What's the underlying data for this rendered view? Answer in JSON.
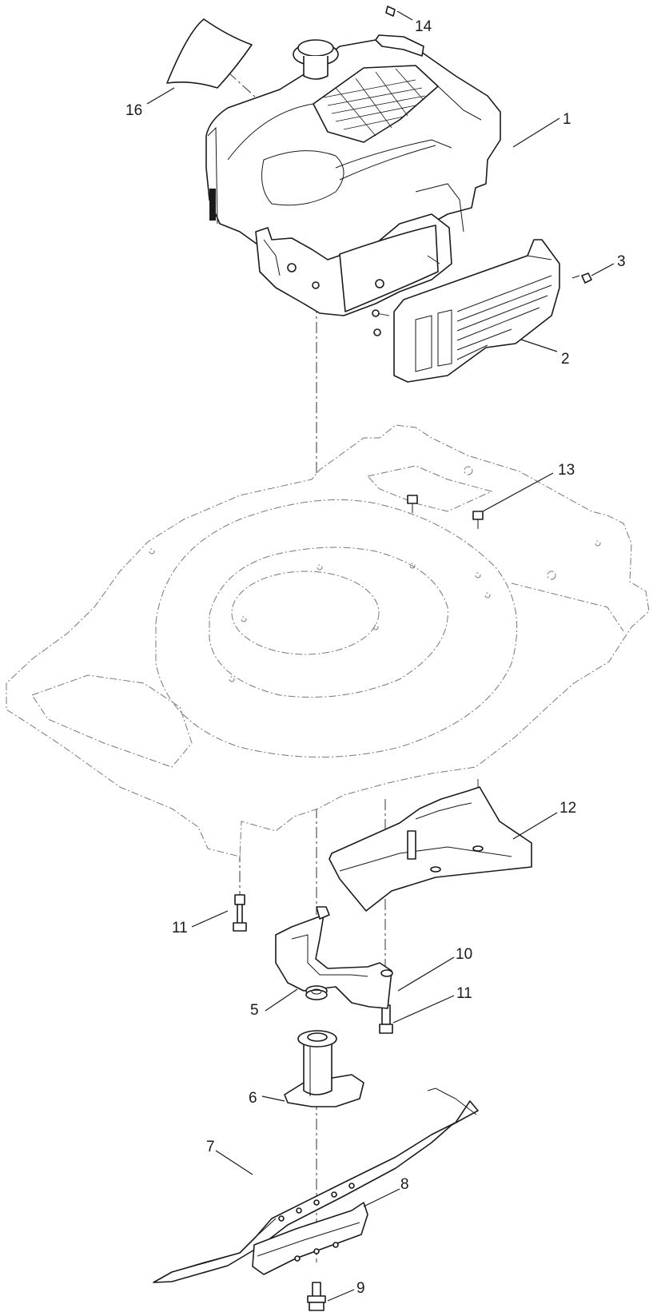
{
  "diagram": {
    "type": "exploded-parts-view",
    "callouts": [
      {
        "id": "c1",
        "label": "1"
      },
      {
        "id": "c2",
        "label": "2"
      },
      {
        "id": "c3",
        "label": "3"
      },
      {
        "id": "c5",
        "label": "5"
      },
      {
        "id": "c6",
        "label": "6"
      },
      {
        "id": "c7",
        "label": "7"
      },
      {
        "id": "c8",
        "label": "8"
      },
      {
        "id": "c9",
        "label": "9"
      },
      {
        "id": "c10",
        "label": "10"
      },
      {
        "id": "c11a",
        "label": "11"
      },
      {
        "id": "c11b",
        "label": "11"
      },
      {
        "id": "c12",
        "label": "12"
      },
      {
        "id": "c13",
        "label": "13"
      },
      {
        "id": "c14",
        "label": "14"
      },
      {
        "id": "c16",
        "label": "16"
      }
    ]
  }
}
